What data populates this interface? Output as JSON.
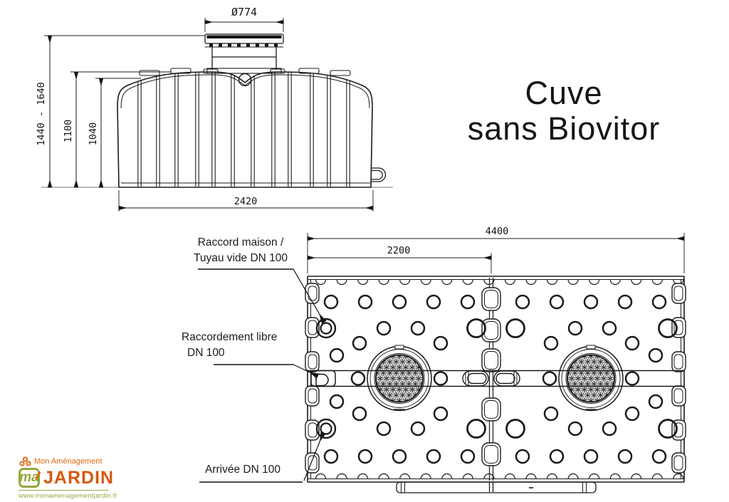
{
  "title": {
    "line1": "Cuve",
    "line2": "sans Biovitor"
  },
  "elevation_view": {
    "dim_lid_diameter": "Ø774",
    "dim_total_height_range": "1440 - 1640",
    "dim_height_to_lug": "1100",
    "dim_height_body": "1040",
    "dim_length": "2420"
  },
  "plan_view": {
    "dim_total_length": "4400",
    "dim_half_length": "2200"
  },
  "callouts": {
    "raccord_maison_line1": "Raccord maison /",
    "raccord_maison_line2": "Tuyau vide DN 100",
    "raccordement_libre_line1": "Raccordement libre",
    "raccordement_libre_line2": "DN 100",
    "arrivee": "Arrivée DN 100"
  },
  "logo": {
    "brand_top": "Mon Aménagement",
    "brand_main": "JARDIN",
    "monogram": "ma",
    "url": "www.monamenagementjardin.fr",
    "orange": "#D8570E",
    "green": "#93A83D"
  }
}
